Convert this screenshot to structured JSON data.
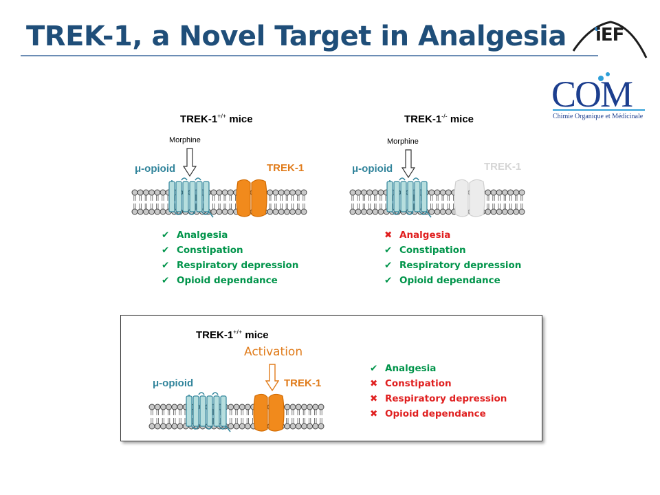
{
  "slide": {
    "title": "TREK-1, a Novel Target in Analgesia",
    "logo_iecb": "iEF",
    "logo_com": {
      "text": "COM",
      "subtitle": "Chimie Organique et Médicinale"
    }
  },
  "colors": {
    "title": "#1f4e79",
    "opioid": "#31849b",
    "trek": "#f18a1c",
    "trek_ko": "#e3e3e3",
    "check": "#00944a",
    "cross": "#e02020"
  },
  "panels": [
    {
      "mice": "TREK-1",
      "genotype": "+/+",
      "mice_suffix": " mice",
      "drug": "Morphine",
      "receptor": "μ-opioid",
      "channel": "TREK-1",
      "effects": [
        {
          "mark": "✔",
          "status": "check",
          "text": "Analgesia"
        },
        {
          "mark": "✔",
          "status": "check",
          "text": "Constipation"
        },
        {
          "mark": "✔",
          "status": "check",
          "text": "Respiratory depression"
        },
        {
          "mark": "✔",
          "status": "check",
          "text": "Opioid dependance"
        }
      ]
    },
    {
      "mice": "TREK-1",
      "genotype": "-/-",
      "mice_suffix": " mice",
      "drug": "Morphine",
      "receptor": "μ-opioid",
      "channel": "TREK-1",
      "effects": [
        {
          "mark": "✖",
          "status": "cross",
          "text": "Analgesia"
        },
        {
          "mark": "✔",
          "status": "check",
          "text": "Constipation"
        },
        {
          "mark": "✔",
          "status": "check",
          "text": "Respiratory depression"
        },
        {
          "mark": "✔",
          "status": "check",
          "text": "Opioid dependance"
        }
      ]
    },
    {
      "mice": "TREK-1",
      "genotype": "+/+",
      "mice_suffix": " mice",
      "activation": "Activation",
      "receptor": "μ-opioid",
      "channel": "TREK-1",
      "effects": [
        {
          "mark": "✔",
          "status": "check",
          "text": "Analgesia"
        },
        {
          "mark": "✖",
          "status": "cross",
          "text": "Constipation"
        },
        {
          "mark": "✖",
          "status": "cross",
          "text": "Respiratory depression"
        },
        {
          "mark": "✖",
          "status": "cross",
          "text": "Opioid dependance"
        }
      ]
    }
  ]
}
